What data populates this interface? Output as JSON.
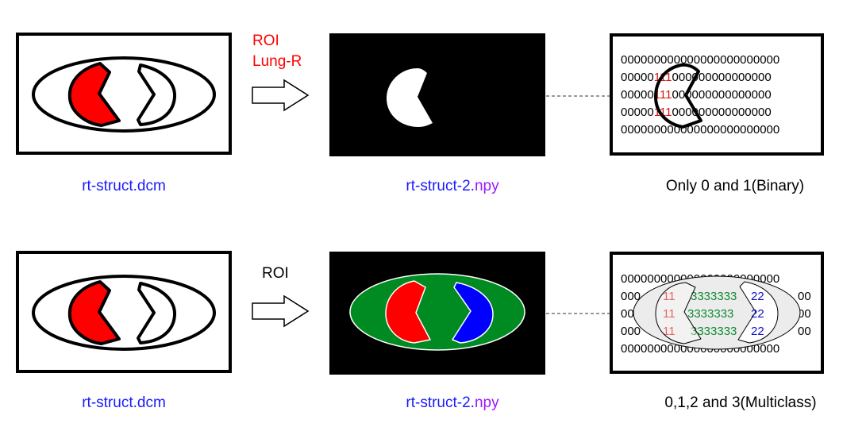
{
  "colors": {
    "file_name": "#1a1aff",
    "npy_ext": "#9a1aff",
    "roi_red": "#ff0000",
    "fill_red": "#ff0000",
    "fill_blue": "#0000ff",
    "fill_green": "#008a22",
    "mask_bg": "#000000",
    "digit_red": "#dd1111",
    "digit_green": "#118a33",
    "digit_blue": "#1111cc"
  },
  "row1": {
    "source_file": "rt-struct.dcm",
    "arrow_label_line1": "ROI",
    "arrow_label_line2": "Lung-R",
    "npy_base": "rt-struct-2.",
    "npy_ext": "npy",
    "description": "Only 0 and 1(Binary)",
    "matrix": {
      "rows": [
        "000000000000000000000000",
        "00000 111 000000000000000",
        "00000 111 000000000000000",
        "00000 111 000000000000000",
        "000000000000000000000000"
      ],
      "ones": "111"
    }
  },
  "row2": {
    "source_file": "rt-struct.dcm",
    "arrow_label": "ROI",
    "npy_base": "rt-struct-2.",
    "npy_ext": "npy",
    "description": "0,1,2 and 3(Multiclass)",
    "matrix": {
      "top_row": "000000000000000000000000",
      "bottom_row": "000000000000000000000000",
      "left_col": "000",
      "right_col": "00",
      "ones": "11",
      "threes": "3333333",
      "twos": "22"
    }
  }
}
